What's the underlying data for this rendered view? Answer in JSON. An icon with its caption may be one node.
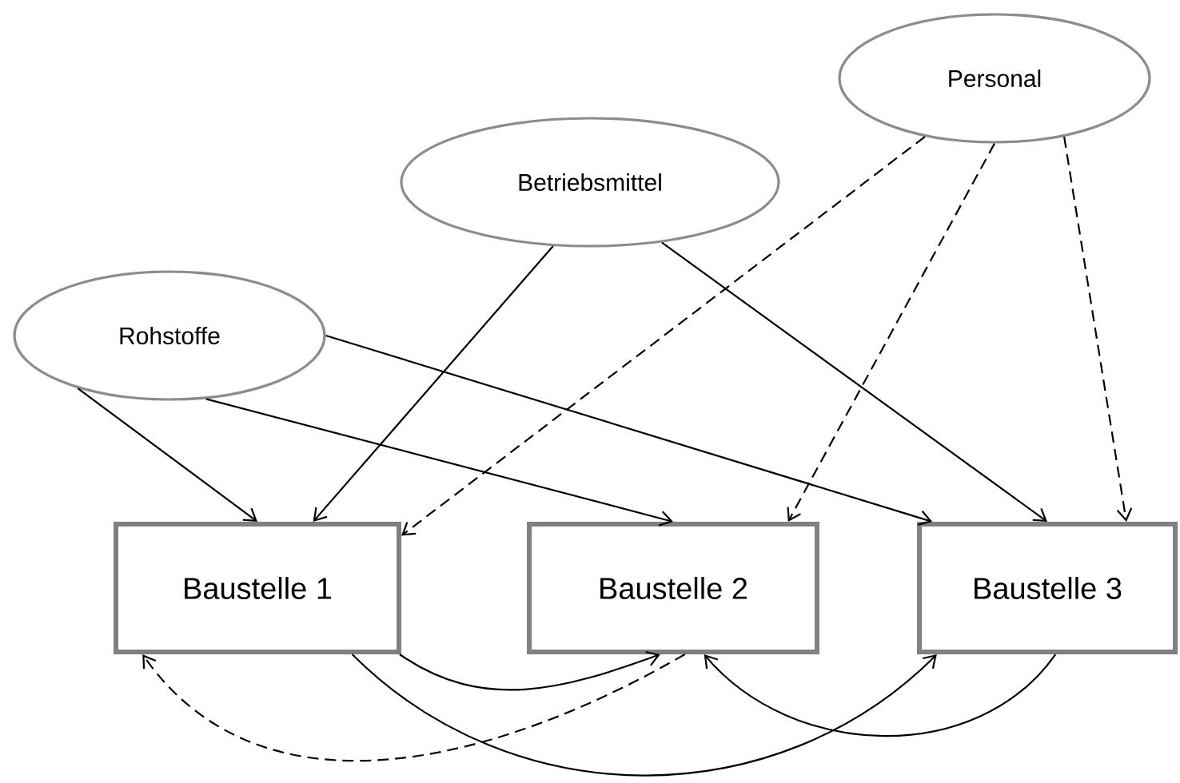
{
  "diagram": {
    "nodes": [
      {
        "text": [
          "Personal"
        ]
      },
      {
        "text": [
          "Betriebsmittel"
        ]
      },
      {
        "text": [
          "Rohstoffe"
        ]
      },
      {
        "text": [
          "Baustelle 1"
        ]
      },
      {
        "text": [
          "Baustelle 2"
        ]
      },
      {
        "text": [
          "Baustelle 3"
        ]
      }
    ],
    "edges": [
      {
        "from": 2,
        "to": 3,
        "arrow": "to"
      },
      {
        "from": 2,
        "to": 4,
        "arrow": "to"
      },
      {
        "from": 2,
        "to": 5,
        "arrow": "to"
      },
      {
        "from": 1,
        "to": 3,
        "arrow": "to"
      },
      {
        "from": 1,
        "to": 5,
        "arrow": "to"
      },
      {
        "from": 0,
        "to": 3,
        "arrow": "to",
        "style": "dashed"
      },
      {
        "from": 0,
        "to": 4,
        "arrow": "to",
        "style": "dashed"
      },
      {
        "from": 0,
        "to": 5,
        "arrow": "to",
        "style": "dashed"
      },
      {
        "from": 3,
        "to": 4,
        "arrow": "to"
      },
      {
        "from": 3,
        "to": 5,
        "arrow": "to"
      },
      {
        "from": 4,
        "to": 3,
        "arrow": "to",
        "style": "dashed"
      },
      {
        "from": 5,
        "to": 4,
        "arrow": "to"
      }
    ]
  }
}
